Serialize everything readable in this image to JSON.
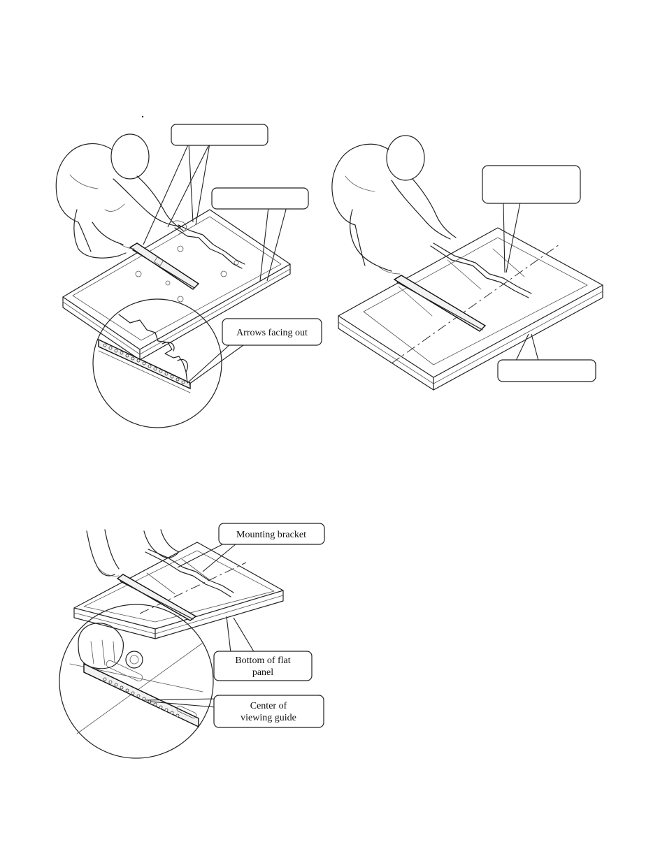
{
  "figure_top_left": {
    "callout_upper": "",
    "callout_right": "",
    "callout_inset": "Arrows facing out"
  },
  "figure_top_right": {
    "callout_upper": "",
    "callout_lower": ""
  },
  "figure_bottom": {
    "callout_bracket": "Mounting bracket",
    "callout_bottom_line1": "Bottom of flat",
    "callout_bottom_line2": "panel",
    "callout_center_line1": "Center of",
    "callout_center_line2": "viewing guide"
  }
}
